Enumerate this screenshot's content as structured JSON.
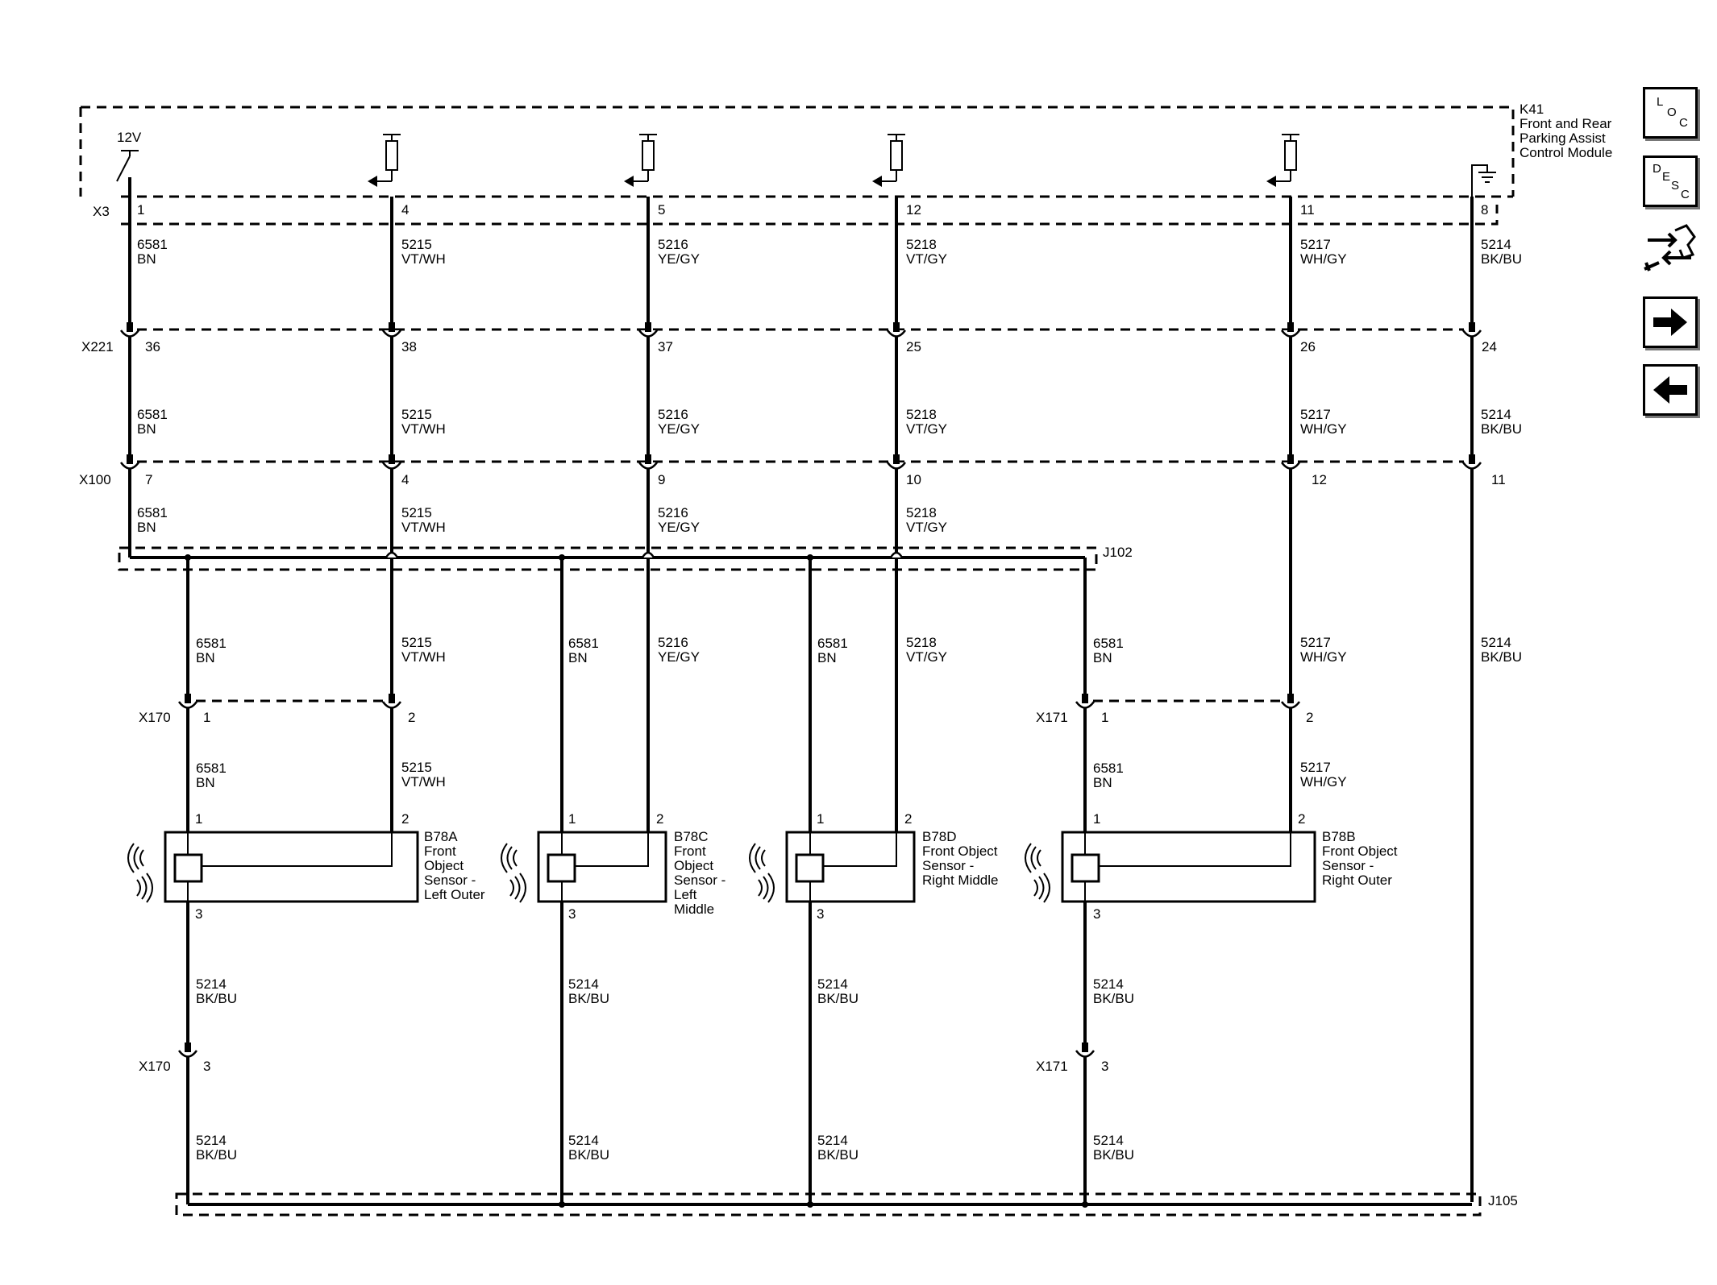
{
  "module": {
    "ref": "K41",
    "lines": [
      "Front and Rear",
      "Parking Assist",
      "Control Module"
    ],
    "supply": "12V"
  },
  "connectors": {
    "x3": "X3",
    "x221": "X221",
    "x100": "X100",
    "x170": "X170",
    "x171": "X171",
    "j102": "J102",
    "j105": "J105"
  },
  "circuits": [
    {
      "id": "c6581",
      "num": "6581",
      "color": "BN",
      "x3": "1",
      "x221": "36",
      "x100": "7"
    },
    {
      "id": "c5215",
      "num": "5215",
      "color": "VT/WH",
      "x3": "4",
      "x221": "38",
      "x100": "4"
    },
    {
      "id": "c5216",
      "num": "5216",
      "color": "YE/GY",
      "x3": "5",
      "x221": "37",
      "x100": "9"
    },
    {
      "id": "c5218",
      "num": "5218",
      "color": "VT/GY",
      "x3": "12",
      "x221": "25",
      "x100": "10"
    },
    {
      "id": "c5217",
      "num": "5217",
      "color": "WH/GY",
      "x3": "11",
      "x221": "26",
      "x100": "12"
    },
    {
      "id": "c5214",
      "num": "5214",
      "color": "BK/BU",
      "x3": "8",
      "x221": "24",
      "x100": "11"
    }
  ],
  "sensors": [
    {
      "ref": "B78A",
      "lines": [
        "Front",
        "Object",
        "Sensor -",
        "Left Outer"
      ],
      "pin_a": "1",
      "pin_b": "2",
      "pin_g": "3"
    },
    {
      "ref": "B78C",
      "lines": [
        "Front",
        "Object",
        "Sensor -",
        "Left",
        "Middle"
      ],
      "pin_a": "1",
      "pin_b": "2",
      "pin_g": "3"
    },
    {
      "ref": "B78D",
      "lines": [
        "Front Object",
        "Sensor -",
        "Right Middle"
      ],
      "pin_a": "1",
      "pin_b": "2",
      "pin_g": "3"
    },
    {
      "ref": "B78B",
      "lines": [
        "Front Object",
        "Sensor -",
        "Right Outer"
      ],
      "pin_a": "1",
      "pin_b": "2",
      "pin_g": "3"
    }
  ],
  "inline_pins": {
    "x170_left": "1",
    "x170_right": "2",
    "x170_gnd": "3",
    "x171_left": "1",
    "x171_right": "2",
    "x171_gnd": "3"
  },
  "nav": {
    "loc": {
      "l1": "L",
      "l2": "O",
      "l3": "C",
      "icon": "loc-icon"
    },
    "desc": {
      "l1": "D",
      "l2": "E",
      "l3": "S",
      "l4": "C",
      "icon": "desc-icon"
    },
    "connector_icon": "connector-wrench-icon",
    "next_icon": "arrow-right-icon",
    "prev_icon": "arrow-left-icon"
  }
}
